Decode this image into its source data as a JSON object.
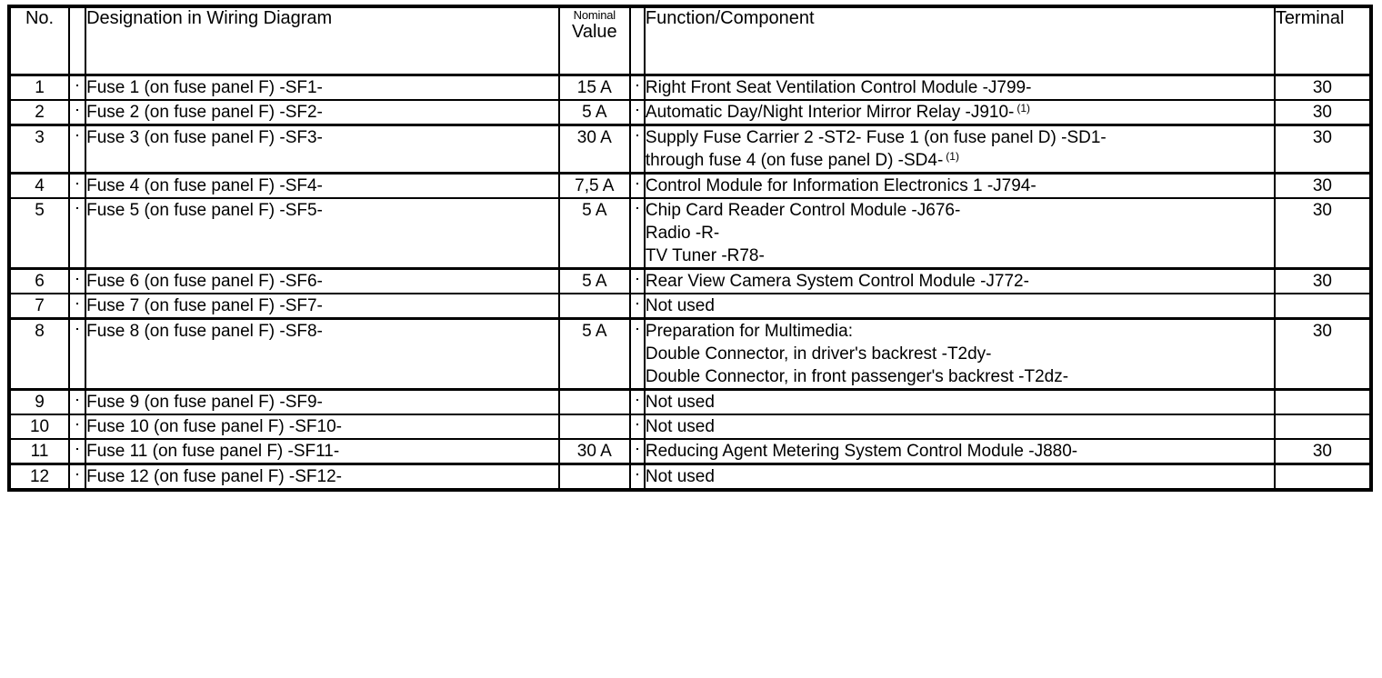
{
  "table": {
    "headers": {
      "no": "No.",
      "designation": "Designation in Wiring Diagram",
      "nominal_small": "Nominal",
      "nominal_big": "Value",
      "function": "Function/Component",
      "terminal": "Terminal"
    },
    "footnote_marker": "(1)",
    "rows": [
      {
        "no": "1",
        "designation": "Fuse 1 (on fuse panel F) -SF1-",
        "nominal": "15 A",
        "function": "Right Front Seat Ventilation Control Module -J799-",
        "footnote": "",
        "terminal": "30"
      },
      {
        "no": "2",
        "designation": "Fuse 2 (on fuse panel F) -SF2-",
        "nominal": "5 A",
        "function": "Automatic Day/Night Interior Mirror Relay -J910-",
        "footnote": "(1)",
        "terminal": "30"
      },
      {
        "no": "3",
        "designation": "Fuse 3 (on fuse panel F) -SF3-",
        "nominal": "30 A",
        "function": "Supply Fuse Carrier 2 -ST2- Fuse 1 (on fuse panel D) -SD1-\nthrough fuse 4 (on fuse panel D) -SD4-",
        "footnote": "(1)",
        "terminal": "30"
      },
      {
        "no": "4",
        "designation": "Fuse 4 (on fuse panel F) -SF4-",
        "nominal": "7,5 A",
        "function": "Control Module for Information Electronics 1 -J794-",
        "footnote": "",
        "terminal": "30"
      },
      {
        "no": "5",
        "designation": "Fuse 5 (on fuse panel F) -SF5-",
        "nominal": "5 A",
        "function": "Chip Card Reader Control Module -J676-\nRadio -R-\nTV Tuner -R78-",
        "footnote": "",
        "terminal": "30"
      },
      {
        "no": "6",
        "designation": "Fuse 6 (on fuse panel F) -SF6-",
        "nominal": "5 A",
        "function": "Rear View Camera System Control Module -J772-",
        "footnote": "",
        "terminal": "30"
      },
      {
        "no": "7",
        "designation": "Fuse 7 (on fuse panel F) -SF7-",
        "nominal": "",
        "function": "Not used",
        "footnote": "",
        "terminal": ""
      },
      {
        "no": "8",
        "designation": "Fuse 8 (on fuse panel F) -SF8-",
        "nominal": "5 A",
        "function": "Preparation for Multimedia:\nDouble Connector, in driver's backrest -T2dy-\nDouble Connector, in front passenger's backrest -T2dz-",
        "footnote": "",
        "terminal": "30"
      },
      {
        "no": "9",
        "designation": "Fuse 9 (on fuse panel F) -SF9-",
        "nominal": "",
        "function": "Not used",
        "footnote": "",
        "terminal": ""
      },
      {
        "no": "10",
        "designation": "Fuse 10 (on fuse panel F) -SF10-",
        "nominal": "",
        "function": "Not used",
        "footnote": "",
        "terminal": ""
      },
      {
        "no": "11",
        "designation": "Fuse 11 (on fuse panel F) -SF11-",
        "nominal": "30 A",
        "function": "Reducing Agent Metering System Control Module -J880-",
        "footnote": "",
        "terminal": "30"
      },
      {
        "no": "12",
        "designation": "Fuse 12 (on fuse panel F) -SF12-",
        "nominal": "",
        "function": "Not used",
        "footnote": "",
        "terminal": ""
      }
    ]
  }
}
